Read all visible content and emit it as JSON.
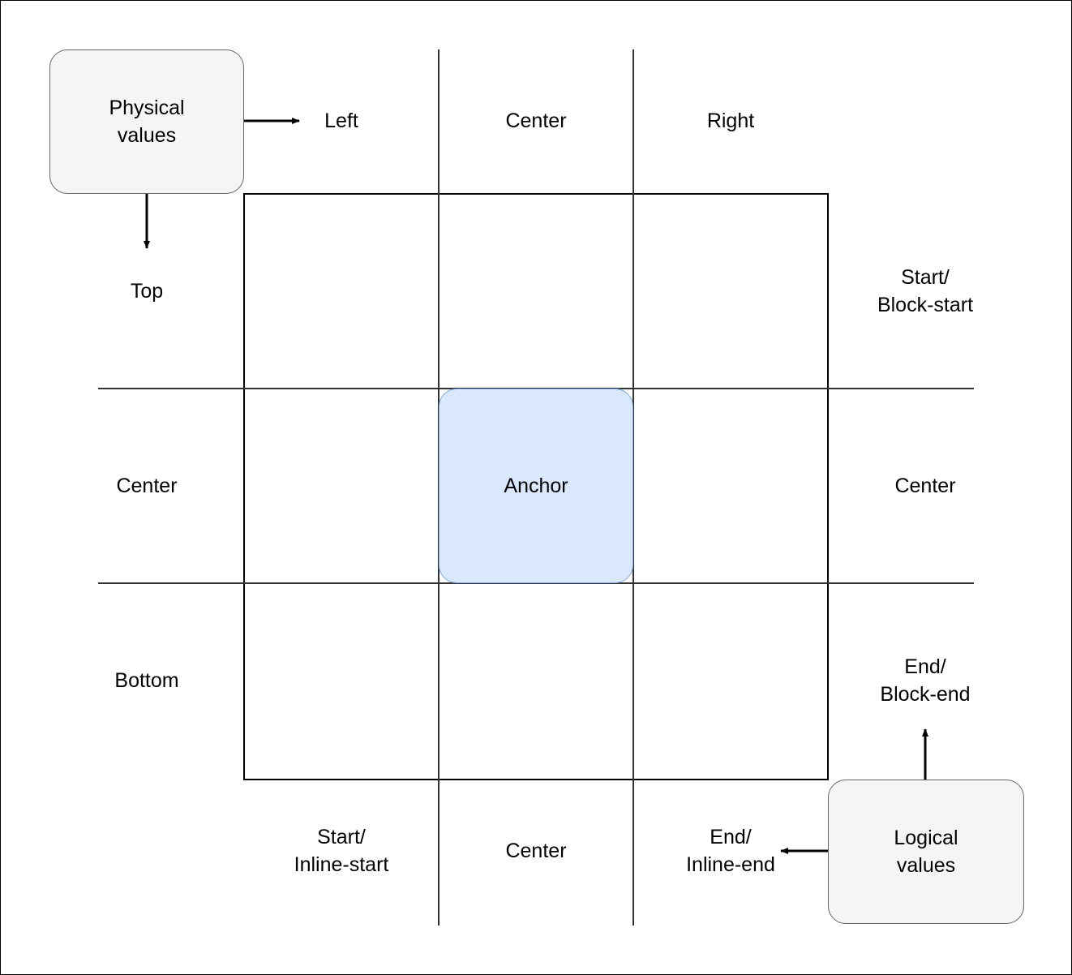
{
  "diagram": {
    "title": "CSS anchor positioning physical vs logical values grid",
    "colors": {
      "anchor_fill": "#dae8fc",
      "anchor_stroke": "#7ea6e0",
      "legend_fill": "#f5f5f5",
      "legend_stroke": "#666666",
      "grid_line": "#333333",
      "outer_border": "#000000",
      "text": "#000000"
    },
    "legend": {
      "physical": "Physical\nvalues",
      "logical": "Logical\nvalues"
    },
    "anchor": {
      "label": "Anchor"
    },
    "axis_top_physical": [
      {
        "label": "Left"
      },
      {
        "label": "Center"
      },
      {
        "label": "Right"
      }
    ],
    "axis_left_physical": [
      {
        "label": "Top"
      },
      {
        "label": "Center"
      },
      {
        "label": "Bottom"
      }
    ],
    "axis_right_logical": [
      {
        "label": "Start/\nBlock-start"
      },
      {
        "label": "Center"
      },
      {
        "label": "End/\nBlock-end"
      }
    ],
    "axis_bottom_logical": [
      {
        "label": "Start/\nInline-start"
      },
      {
        "label": "Center"
      },
      {
        "label": "End/\nInline-end"
      }
    ],
    "arrows": [
      {
        "name": "physical-to-left",
        "direction": "right"
      },
      {
        "name": "physical-to-top",
        "direction": "down"
      },
      {
        "name": "logical-to-block-end",
        "direction": "up"
      },
      {
        "name": "logical-to-inline-end",
        "direction": "left"
      }
    ]
  }
}
